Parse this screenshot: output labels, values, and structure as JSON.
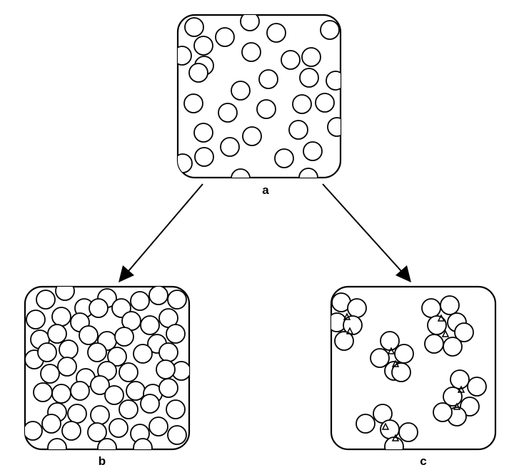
{
  "figure": {
    "panels": [
      {
        "id": "a",
        "label": "a",
        "state": "dispersed particles"
      },
      {
        "id": "b",
        "label": "b",
        "state": "space-spanning network"
      },
      {
        "id": "c",
        "label": "c",
        "state": "isolated compact clusters"
      }
    ],
    "arrows": [
      {
        "from": "a",
        "to": "b"
      },
      {
        "from": "a",
        "to": "c"
      }
    ],
    "colors": {
      "ink": "#000000",
      "paper": "#ffffff"
    }
  }
}
